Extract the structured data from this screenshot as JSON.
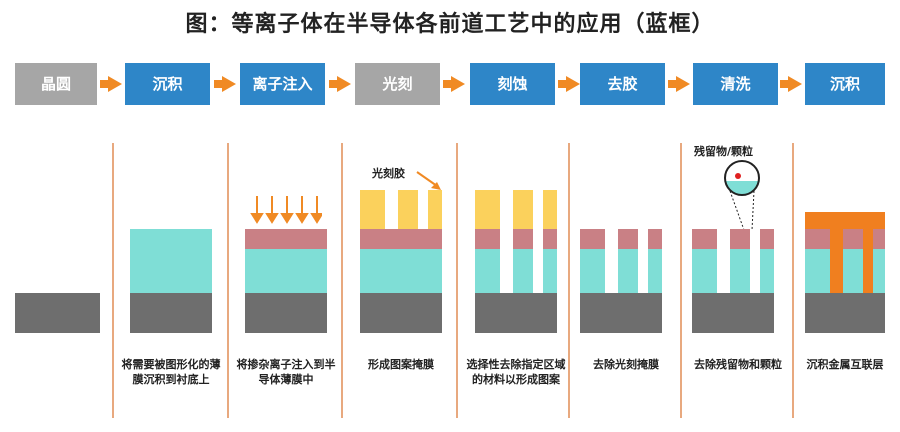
{
  "title": "图：等离子体在半导体各前道工艺中的应用（蓝框）",
  "steps": [
    {
      "label": "晶圆",
      "color": "#a6a6a6"
    },
    {
      "label": "沉积",
      "color": "#2e86c8"
    },
    {
      "label": "离子注入",
      "color": "#2e86c8"
    },
    {
      "label": "光刻",
      "color": "#a6a6a6"
    },
    {
      "label": "刻蚀",
      "color": "#2e86c8"
    },
    {
      "label": "去胶",
      "color": "#2e86c8"
    },
    {
      "label": "清洗",
      "color": "#2e86c8"
    },
    {
      "label": "沉积",
      "color": "#2e86c8"
    }
  ],
  "descriptions": [
    "",
    "将需要被图形化的薄膜沉积到衬底上",
    "将掺杂离子注入到半导体薄膜中",
    "形成图案掩膜",
    "选择性去除指定区域的材料以形成图案",
    "去除光刻掩膜",
    "去除残留物和颗粒",
    "沉积金属互联层"
  ],
  "annotations": {
    "photoresist": "光刻胶",
    "residue": "残留物/颗粒"
  },
  "colors": {
    "substrate": "#6e6e6e",
    "film": "#7fded6",
    "doped_layer": "#c98085",
    "photoresist": "#fbd15c",
    "metal": "#f07f1f",
    "arrow": "#f08a24",
    "residue_dot": "#e02020"
  }
}
